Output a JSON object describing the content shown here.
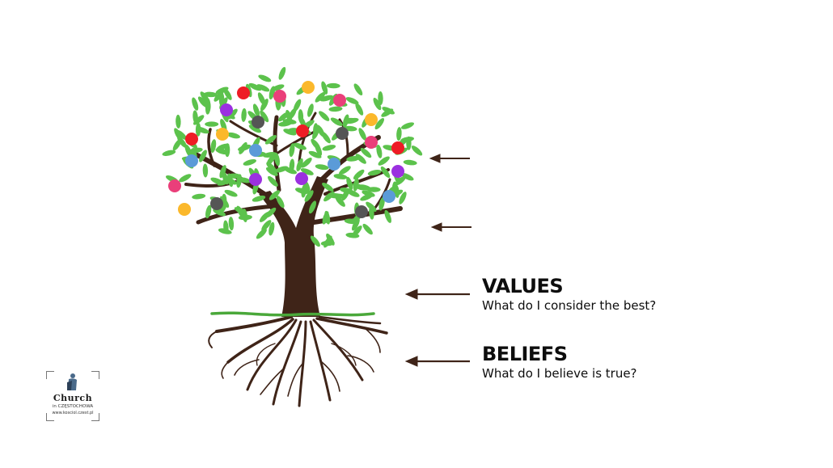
{
  "labels": {
    "values": {
      "title": "VALUES",
      "subtitle": "What do I consider the best?"
    },
    "beliefs": {
      "title": "BELIEFS",
      "subtitle": "What do I believe is true?"
    }
  },
  "logo": {
    "name": "Church",
    "city": "in CZĘSTOCHOWA",
    "url": "www.kosciol.czest.pl"
  },
  "colors": {
    "background": "#ffffff",
    "trunk": "#3f2418",
    "leaf": "#5cc24c",
    "ground": "#4aa83a",
    "arrow": "#3f2418",
    "fruit_red": "#ee1c25",
    "fruit_purple": "#9b30e0",
    "fruit_pink": "#ea3f7a",
    "fruit_yellow": "#fbb82b",
    "fruit_blue": "#5b9bd8",
    "fruit_gray": "#555555"
  },
  "icons": [
    "tree-illustration",
    "arrow-left-icon",
    "church-figure-icon"
  ]
}
